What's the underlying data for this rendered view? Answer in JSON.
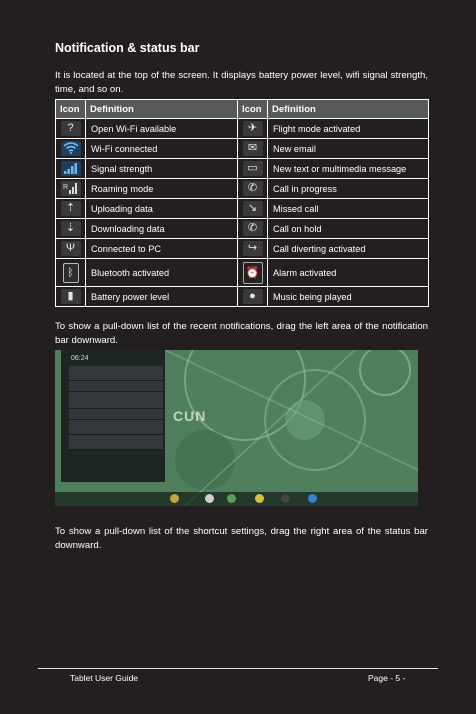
{
  "heading": "Notification & status bar",
  "intro": "It is located at the top of the screen. It displays battery power level, wifi signal strength, time, and so on.",
  "table": {
    "headers": [
      "Icon",
      "Definition",
      "Icon",
      "Definition"
    ],
    "rows": [
      {
        "left_icon": "question-wifi-icon",
        "left": "Open Wi-Fi available",
        "right_icon": "airplane-icon",
        "right": "Flight mode activated"
      },
      {
        "left_icon": "wifi-icon",
        "left": "Wi-Fi connected",
        "right_icon": "envelope-icon",
        "right": "New email"
      },
      {
        "left_icon": "signal-bars-icon",
        "left": "Signal strength",
        "right_icon": "message-icon",
        "right": "New text or multimedia message"
      },
      {
        "left_icon": "roaming-signal-icon",
        "left": "Roaming mode",
        "right_icon": "phone-icon",
        "right": "Call in progress"
      },
      {
        "left_icon": "upload-icon",
        "left": "Uploading data",
        "right_icon": "missed-call-icon",
        "right": "Missed call"
      },
      {
        "left_icon": "download-icon",
        "left": "Downloading data",
        "right_icon": "call-hold-icon",
        "right": "Call on hold"
      },
      {
        "left_icon": "usb-icon",
        "left": "Connected to PC",
        "right_icon": "call-divert-icon",
        "right": "Call diverting activated"
      },
      {
        "left_icon": "bluetooth-icon",
        "left": "Bluetooth activated",
        "right_icon": "alarm-clock-icon",
        "right": "Alarm activated"
      },
      {
        "left_icon": "battery-icon",
        "left": "Battery power level",
        "right_icon": "music-icon",
        "right": "Music being played"
      }
    ]
  },
  "para1": "To show a pull-down list of the recent notifications, drag the left area of the notification bar downward.",
  "para2": "To show a pull-down list of the shortcut settings, drag the right area of the status bar downward.",
  "screenshot": {
    "time": "06:24",
    "watermark": "CUN"
  },
  "footer": {
    "left": "Tablet User Guide",
    "right": "Page - 5 -"
  }
}
